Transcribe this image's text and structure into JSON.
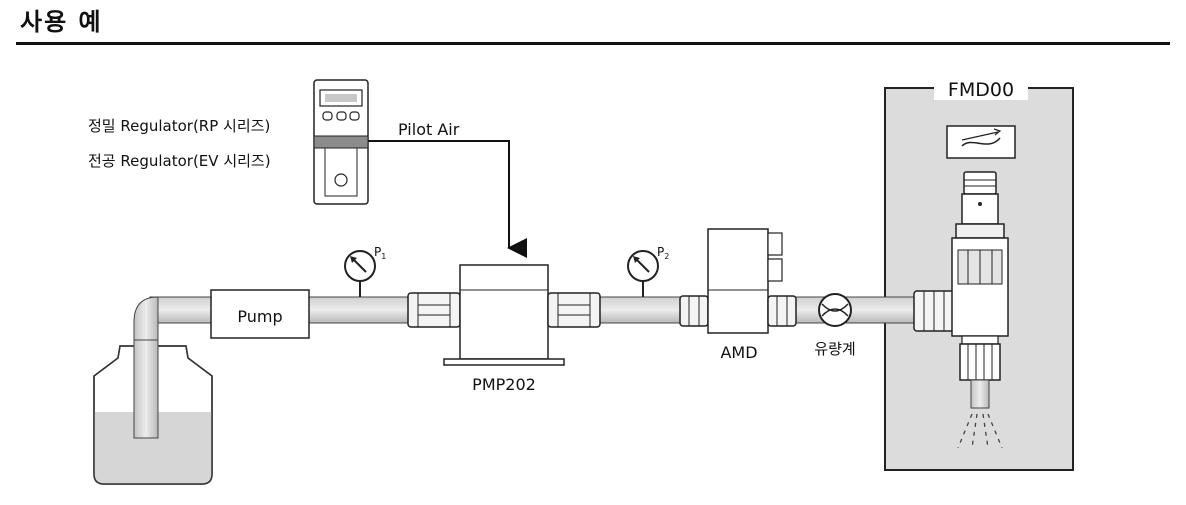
{
  "page": {
    "title": "사용 예"
  },
  "diagram": {
    "regulator_label_1": "정밀 Regulator(RP 시리즈)",
    "regulator_label_2": "전공 Regulator(EV 시리즈)",
    "pilot_air": "Pilot Air",
    "gauge_p1": "P",
    "gauge_p1_sub": "1",
    "gauge_p2": "P",
    "gauge_p2_sub": "2",
    "pump": "Pump",
    "pmp": "PMP202",
    "amd": "AMD",
    "flowmeter": "유량계",
    "fmd": "FMD00"
  }
}
